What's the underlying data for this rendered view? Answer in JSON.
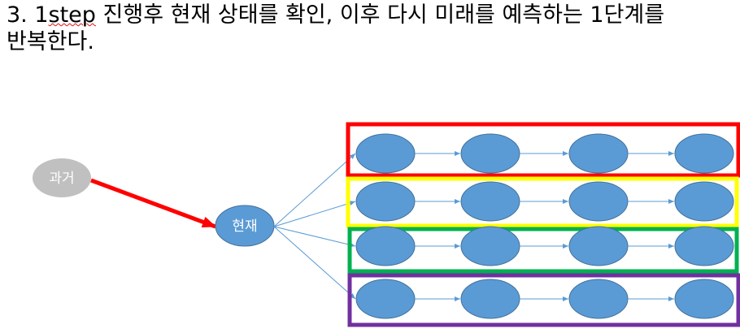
{
  "slide": {
    "title_line1_prefix": "3. 1",
    "title_line1_word": "step",
    "title_line1_rest": " 진행후 현재 상태를 확인, 이후 다시 미래를 예측하는 1단계를",
    "title_line2": "반복한다."
  },
  "nodes": {
    "past_label": "과거",
    "present_label": "현재"
  },
  "colors": {
    "past_node": "#c0c0c0",
    "present_node": "#5b9bd5",
    "future_node": "#5b9bd5",
    "node_stroke": "#41719c",
    "connector": "#5b9bd5",
    "red_arrow": "#ff0000",
    "row_frames": [
      "#ff0000",
      "#ffff00",
      "#00b050",
      "#7030a0"
    ]
  },
  "future_grid": {
    "rows": 4,
    "nodes_per_row": 4
  }
}
